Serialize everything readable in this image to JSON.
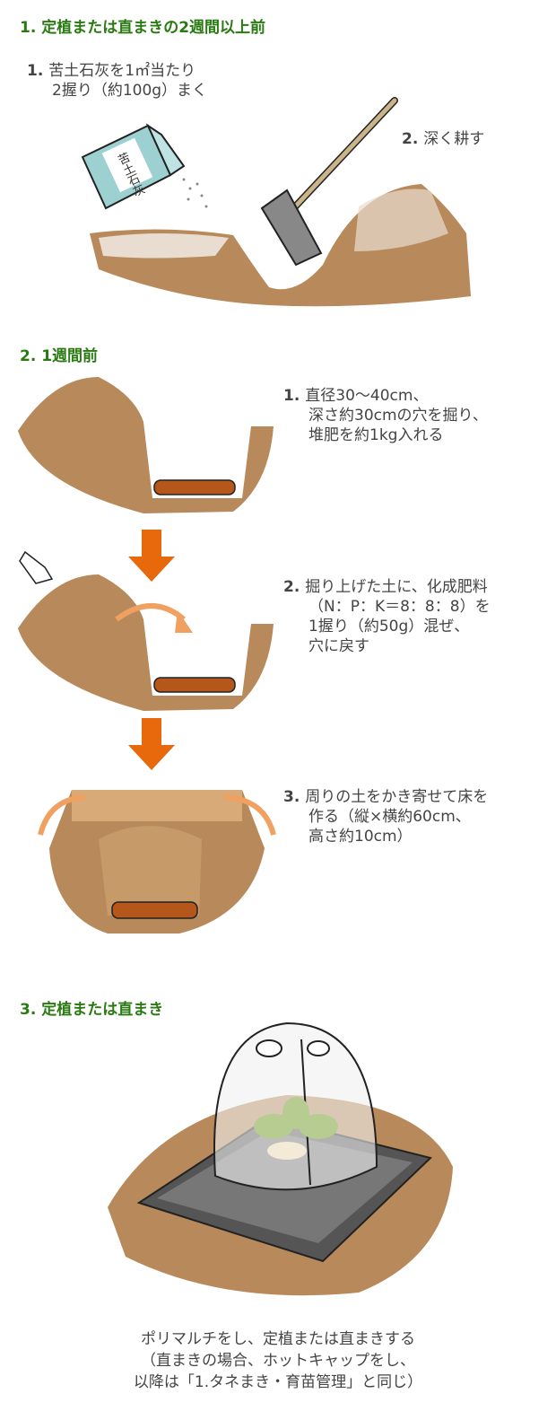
{
  "sections": [
    {
      "heading": "1. 定植または直まきの2週間以上前",
      "bag_label": "苦土石灰",
      "steps": [
        {
          "num": "1.",
          "lines": [
            "苦土石灰を1㎡当たり",
            "2握り（約100g）まく"
          ]
        },
        {
          "num": "2.",
          "lines": [
            "深く耕す"
          ]
        }
      ]
    },
    {
      "heading": "2. 1週間前",
      "steps": [
        {
          "num": "1.",
          "lines": [
            "直径30〜40cm、",
            "深さ約30cmの穴を掘り、",
            "堆肥を約1kg入れる"
          ]
        },
        {
          "num": "2.",
          "lines": [
            "掘り上げた土に、化成肥料",
            "（N：P：K＝8：8：8）を",
            "1握り（約50g）混ぜ、",
            "穴に戻す"
          ]
        },
        {
          "num": "3.",
          "lines": [
            "周りの土をかき寄せて床を",
            "作る（縦×横約60cm、",
            "高さ約10cm）"
          ]
        }
      ]
    },
    {
      "heading": "3. 定植または直まき",
      "caption": [
        "ポリマルチをし、定植または直まきする",
        "（直まきの場合、ホットキャップをし、",
        "以降は「1.タネまき・育苗管理」と同じ）"
      ]
    }
  ],
  "colors": {
    "heading": "#2a7a12",
    "soil": "#b8895a",
    "soil_light": "#f0e6d8",
    "arrow": "#e8690c",
    "arrow_light": "#f0a060",
    "bag": "#9dd0d0",
    "mulch": "#666666"
  }
}
